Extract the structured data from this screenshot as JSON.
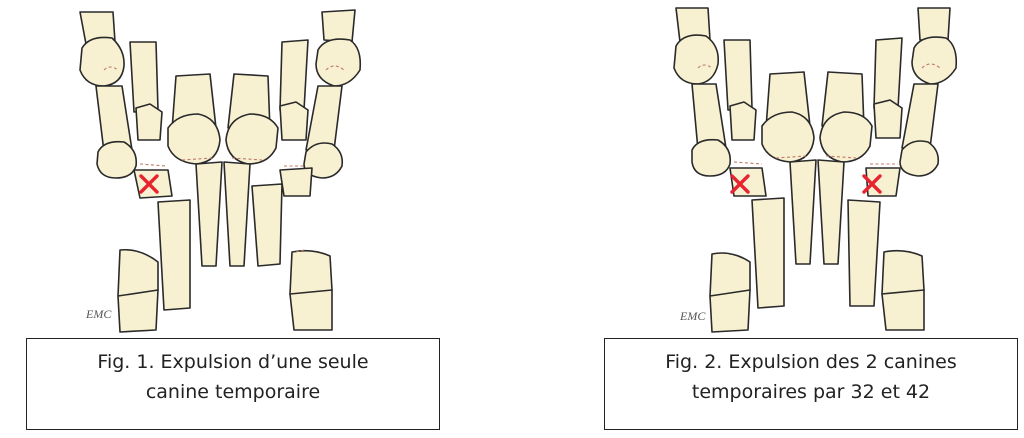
{
  "figures": [
    {
      "id": "fig1",
      "caption_line1": "Fig. 1.  Expulsion d’une seule",
      "caption_line2": "canine temporaire",
      "logo": "EMC",
      "xmarks": [
        "left"
      ]
    },
    {
      "id": "fig2",
      "caption_line1": "Fig. 2.  Expulsion des 2 canines",
      "caption_line2": "temporaires par 32 et 42",
      "logo": "EMC",
      "xmarks": [
        "left",
        "right"
      ]
    }
  ],
  "colors": {
    "tooth_fill": "#f7f1d2",
    "outline": "#2a2a2a",
    "dashed_line": "#c27a6a",
    "x_mark": "#e8232f"
  }
}
